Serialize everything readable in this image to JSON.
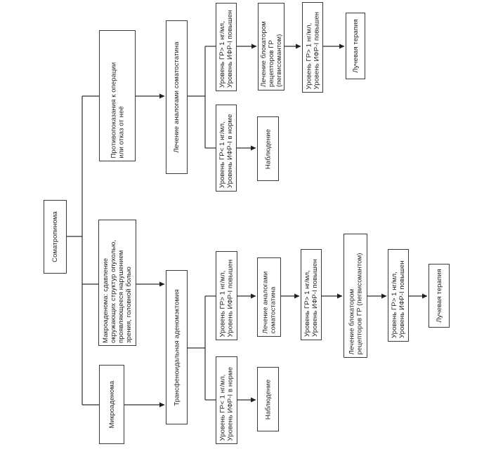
{
  "diagram": {
    "type": "flowchart",
    "orientation": "left-to-right, box labels rotated 90° counterclockwise (read bottom-to-top)",
    "colors": {
      "background": "#ffffff",
      "box_border": "#3a3a3a",
      "text": "#1e1e1e",
      "line": "#2e2e2e"
    },
    "nodes": {
      "root": {
        "label": "Соматропинома"
      },
      "contraindications": {
        "label": "Противопоказания к операции\nили отказ от неё"
      },
      "macroadenoma": {
        "label": "Макроаденома: сдавление\nокружающих структур опухолью,\nпроявляющееся нарушением\nзрения, головной болью"
      },
      "microadenoma": {
        "label": "Микроаденома"
      },
      "ssa_top": {
        "label": "Лечение аналогами соматостатина"
      },
      "surgery": {
        "label": "Трансфеноидальная аденомэктомия"
      },
      "gh_high_top1": {
        "label": "Уровень ГР> 1 нг/мл,\nУровень ИФР-I повышен"
      },
      "gh_norm_top": {
        "label": "Уровень ГР< 1 нг/мл,\nУровень ИФР-I в норме"
      },
      "pegvisomant_top": {
        "label": "Лечение блокатором\nрецепторов ГР\n(пегвисомантом)"
      },
      "observation_top": {
        "label": "Наблюдение"
      },
      "gh_high_top2": {
        "label": "Уровень ГР> 1 нг/мл,\nУровень ИФР-I повышен"
      },
      "radiation_top": {
        "label": "Лучевая терапия"
      },
      "gh_high_bot1": {
        "label": "Уровень ГР> 1 нг/мл,\nУровень ИФР-I повышен"
      },
      "ssa_bot": {
        "label": "Лечение аналогами\nсоматостатина"
      },
      "gh_high_bot2": {
        "label": "Уровень ГР> 1 нг/мл,\nУровень ИФР-I повышен"
      },
      "pegvisomant_bot": {
        "label": "Лечение блокатором\nрецепторов ГР (пегвисомантом)"
      },
      "gh_high_bot3": {
        "label": "Уровень ГР> 1 нг/мл,\nУровень ИФР-I повышен"
      },
      "radiation_bot": {
        "label": "Лучевая терапия"
      },
      "gh_norm_bot": {
        "label": "Уровень ГР< 1 нг/мл,\nУровень ИФР-I в норме"
      },
      "observation_bot": {
        "label": "Наблюдение"
      }
    },
    "edges": [
      {
        "from": "root",
        "to": "contraindications",
        "arrow": false
      },
      {
        "from": "root",
        "to": "macroadenoma",
        "arrow": false
      },
      {
        "from": "root",
        "to": "microadenoma",
        "arrow": false
      },
      {
        "from": "contraindications",
        "to": "ssa_top",
        "arrow": true
      },
      {
        "from": "macroadenoma",
        "to": "surgery",
        "arrow": true
      },
      {
        "from": "microadenoma",
        "to": "surgery",
        "arrow": true
      },
      {
        "from": "ssa_top",
        "to": "gh_high_top1",
        "arrow": false
      },
      {
        "from": "ssa_top",
        "to": "gh_norm_top",
        "arrow": false
      },
      {
        "from": "gh_high_top1",
        "to": "pegvisomant_top",
        "arrow": true
      },
      {
        "from": "pegvisomant_top",
        "to": "gh_high_top2",
        "arrow": true
      },
      {
        "from": "gh_high_top2",
        "to": "radiation_top",
        "arrow": true
      },
      {
        "from": "gh_norm_top",
        "to": "observation_top",
        "arrow": true
      },
      {
        "from": "surgery",
        "to": "gh_high_bot1",
        "arrow": false
      },
      {
        "from": "surgery",
        "to": "gh_norm_bot",
        "arrow": false
      },
      {
        "from": "gh_high_bot1",
        "to": "ssa_bot",
        "arrow": true
      },
      {
        "from": "ssa_bot",
        "to": "gh_high_bot2",
        "arrow": true
      },
      {
        "from": "gh_high_bot2",
        "to": "pegvisomant_bot",
        "arrow": true
      },
      {
        "from": "pegvisomant_bot",
        "to": "gh_high_bot3",
        "arrow": true
      },
      {
        "from": "gh_high_bot3",
        "to": "radiation_bot",
        "arrow": true
      },
      {
        "from": "gh_norm_bot",
        "to": "observation_bot",
        "arrow": true
      }
    ]
  }
}
